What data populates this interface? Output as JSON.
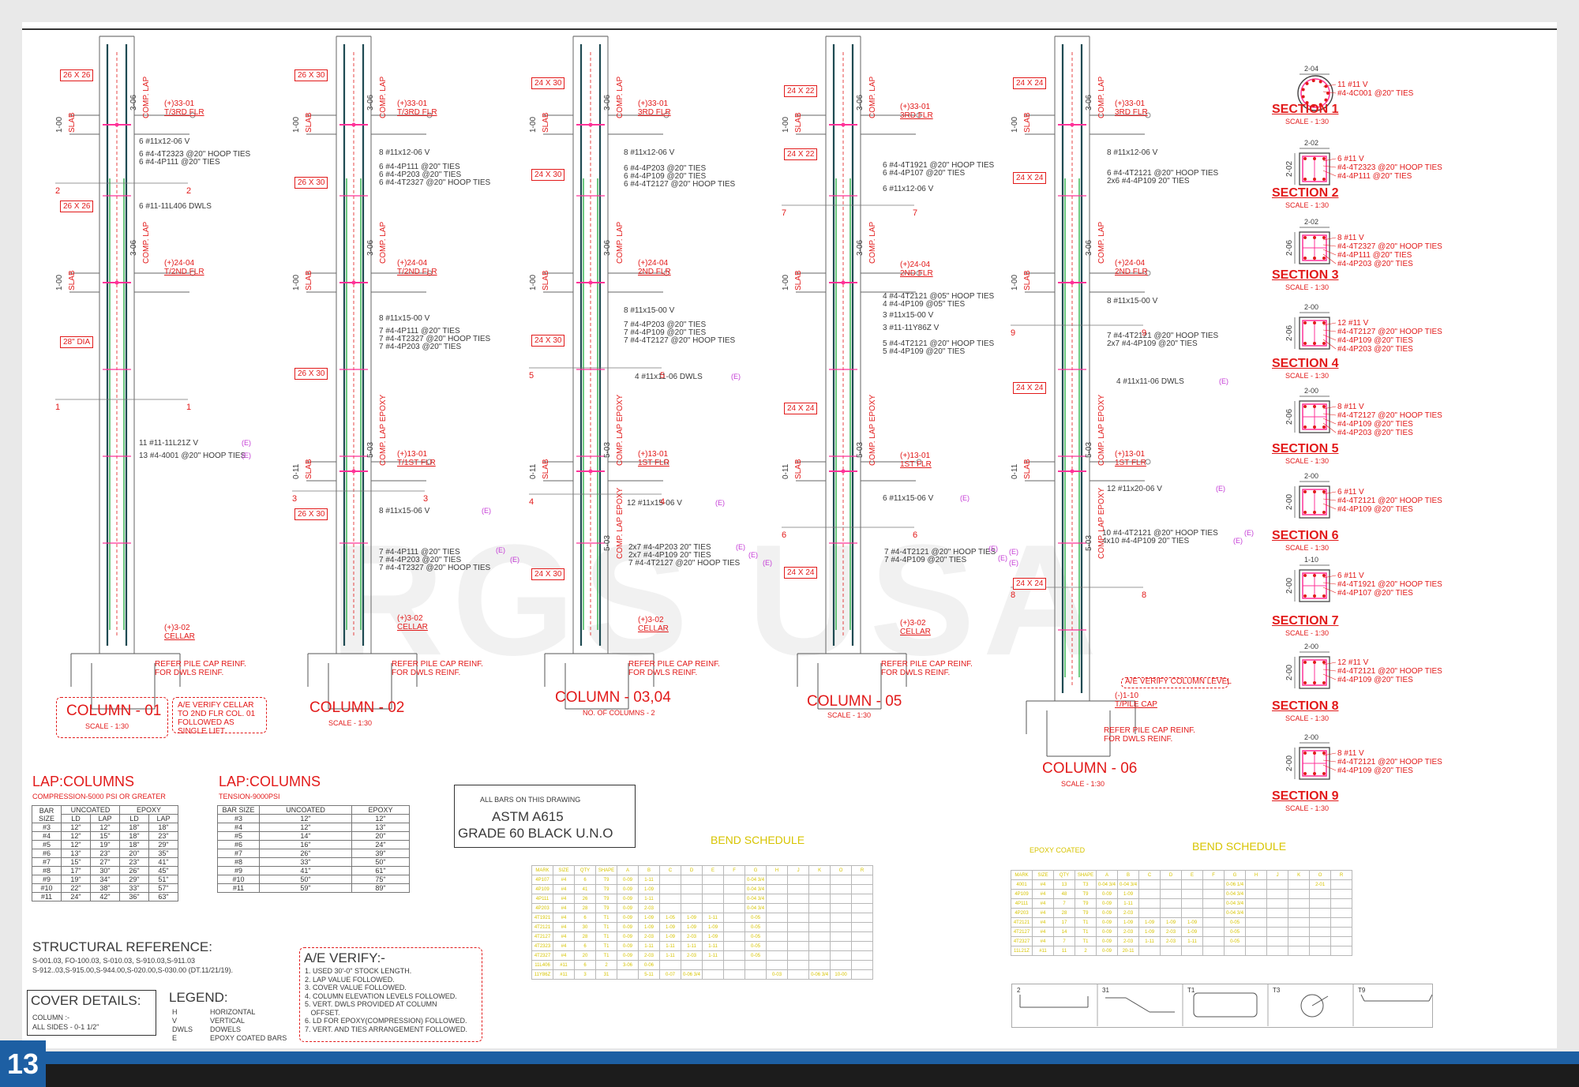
{
  "page_number": "13",
  "watermark": "RGS USA",
  "colors": {
    "red": "#e21a1a",
    "green": "#2fb24a",
    "magenta": "#ff3399",
    "yellow": "#d7c400",
    "blue": "#1d5fa3"
  },
  "columns": [
    {
      "id": "col1",
      "title": "COLUMN - 01",
      "scale": "SCALE - 1:30",
      "sizes": [
        "26 X 26",
        "26 X 26",
        "28\" DIA"
      ],
      "laps": [
        "COMP. LAP",
        "3-06",
        "COMP. LAP",
        "3-06"
      ],
      "slabs": [
        {
          "dim": "1-00",
          "label": "SLAB"
        },
        {
          "dim": "1-00",
          "label": "SLAB"
        }
      ],
      "levels": [
        {
          "elev": "(+)33-01",
          "name": "T/3RD FLR"
        },
        {
          "elev": "(+)24-04",
          "name": "T/2ND FLR"
        },
        {
          "elev": "(+)3-02",
          "name": "CELLAR"
        }
      ],
      "sec_marks": [
        "2",
        "2",
        "1",
        "1"
      ],
      "rebar": [
        "6 #11x12-06 V",
        "6 #4-4T2323 @20\" HOOP TIES",
        "6 #4-4P111 @20\" TIES",
        "6 #11-11L406 DWLS",
        "11 #11-11L21Z V",
        "13 #4-4001 @20\" HOOP TIES"
      ],
      "note": "REFER PILE CAP REINF. FOR DWLS REINF.",
      "ae_note": "A/E VERIFY CELLAR TO 2ND FLR COL. 01 FOLLOWED AS SINGLE LIFT"
    },
    {
      "id": "col2",
      "title": "COLUMN - 02",
      "scale": "SCALE - 1:30",
      "sizes": [
        "26 X 30",
        "26 X 30",
        "26 X 30",
        "26 X 30"
      ],
      "laps": [
        "COMP. LAP",
        "3-06",
        "COMP. LAP",
        "3-06",
        "COMP. LAP EPOXY",
        "5-03"
      ],
      "slabs": [
        {
          "dim": "1-00",
          "label": "SLAB"
        },
        {
          "dim": "1-00",
          "label": "SLAB"
        },
        {
          "dim": "0-11",
          "label": "SLAB"
        }
      ],
      "levels": [
        {
          "elev": "(+)33-01",
          "name": "T/3RD FLR"
        },
        {
          "elev": "(+)24-04",
          "name": "T/2ND FLR"
        },
        {
          "elev": "(+)13-01",
          "name": "T/1ST FLR"
        },
        {
          "elev": "(+)3-02",
          "name": "CELLAR"
        }
      ],
      "sec_marks": [
        "3",
        "3"
      ],
      "rebar": [
        "8 #11x12-06 V",
        "6 #4-4P111 @20\" TIES",
        "6 #4-4P203 @20\" TIES",
        "6 #4-4T2327 @20\" HOOP TIES",
        "8 #11x15-00 V",
        "7 #4-4P111 @20\" TIES",
        "7 #4-4T2327 @20\" HOOP TIES",
        "7 #4-4P203 @20\" TIES",
        "8 #11x15-06 V",
        "7 #4-4P111 @20\" TIES",
        "7 #4-4P203 @20\" TIES",
        "7 #4-4T2327 @20\" HOOP TIES"
      ],
      "note": "REFER PILE CAP REINF. FOR DWLS REINF."
    },
    {
      "id": "col3",
      "title": "COLUMN - 03,04",
      "scale": "NO. OF COLUMNS - 2",
      "sizes": [
        "24 X 30",
        "24 X 30",
        "24 X 30",
        "24 X 30"
      ],
      "laps": [
        "COMP. LAP",
        "3-06",
        "COMP. LAP",
        "3-06",
        "COMP. LAP EPOXY",
        "5-03",
        "COMP. LAP EPOXY",
        "5-03"
      ],
      "slabs": [
        {
          "dim": "1-00",
          "label": "SLAB"
        },
        {
          "dim": "1-00",
          "label": "SLAB"
        },
        {
          "dim": "0-11",
          "label": "SLAB"
        }
      ],
      "levels": [
        {
          "elev": "(+)33-01",
          "name": "3RD FLR"
        },
        {
          "elev": "(+)24-04",
          "name": "2ND FLR"
        },
        {
          "elev": "(+)13-01",
          "name": "1ST FLR"
        },
        {
          "elev": "(+)3-02",
          "name": "CELLAR"
        }
      ],
      "sec_marks": [
        "5",
        "5",
        "4",
        "4"
      ],
      "rebar": [
        "8 #11x12-06 V",
        "6 #4-4P203 @20\" TIES",
        "6 #4-4P109 @20\" TIES",
        "6 #4-4T2127 @20\" HOOP TIES",
        "8 #11x15-00 V",
        "7 #4-4P203 @20\" TIES",
        "7 #4-4P109 @20\" TIES",
        "7 #4-4T2127 @20\" HOOP TIES",
        "4 #11x11-06 DWLS",
        "12 #11x15-06 V",
        "2x7 #4-4P203 20\" TIES",
        "2x7 #4-4P109 20\" TIES",
        "7 #4-4T2127 @20\" HOOP TIES"
      ],
      "note": "REFER PILE CAP REINF. FOR DWLS REINF."
    },
    {
      "id": "col5",
      "title": "COLUMN - 05",
      "scale": "SCALE - 1:30",
      "sizes": [
        "24 X 22",
        "24 X 22",
        "24 X 24",
        "24 X 24"
      ],
      "laps": [
        "COMP. LAP",
        "3-06",
        "COMP. LAP",
        "3-06",
        "COMP. LAP EPOXY",
        "5-03"
      ],
      "slabs": [
        {
          "dim": "1-00",
          "label": "SLAB"
        },
        {
          "dim": "1-00",
          "label": "SLAB"
        },
        {
          "dim": "0-11",
          "label": "SLAB"
        }
      ],
      "levels": [
        {
          "elev": "(+)33-01",
          "name": "3RD FLR"
        },
        {
          "elev": "(+)24-04",
          "name": "2ND FLR"
        },
        {
          "elev": "(+)13-01",
          "name": "1ST FLR"
        },
        {
          "elev": "(+)3-02",
          "name": "CELLAR"
        }
      ],
      "sec_marks": [
        "7",
        "7",
        "6",
        "6"
      ],
      "rebar": [
        "6 #4-4T1921 @20\" HOOP TIES",
        "6 #4-4P107 @20\" TIES",
        "6 #11x12-06 V",
        "4 #4-4T2121 @05\" HOOP TIES",
        "4 #4-4P109 @05\" TIES",
        "3 #11x15-00 V",
        "3 #11-11Y86Z V",
        "5 #4-4T2121 @20\" HOOP TIES",
        "5 #4-4P109 @20\" TIES",
        "6 #11x15-06 V",
        "7 #4-4T2121 @20\" HOOP TIES",
        "7 #4-4P109 @20\" TIES"
      ],
      "note": "REFER PILE CAP REINF. FOR DWLS REINF."
    },
    {
      "id": "col6",
      "title": "COLUMN - 06",
      "scale": "SCALE - 1:30",
      "sizes": [
        "24 X 24",
        "24 X 24",
        "24 X 24",
        "24 X 24"
      ],
      "laps": [
        "COMP. LAP",
        "3-06",
        "COMP. LAP",
        "3-06",
        "COMP. LAP EPOXY",
        "5-03",
        "COMP. LAP EPOXY",
        "5-03"
      ],
      "slabs": [
        {
          "dim": "1-00",
          "label": "SLAB"
        },
        {
          "dim": "1-00",
          "label": "SLAB"
        },
        {
          "dim": "0-11",
          "label": "SLAB"
        }
      ],
      "levels": [
        {
          "elev": "(+)33-01",
          "name": "3RD FLR"
        },
        {
          "elev": "(+)24-04",
          "name": "2ND FLR"
        },
        {
          "elev": "(+)13-01",
          "name": "1ST FLR"
        },
        {
          "elev": "(-)1-10",
          "name": "T/PILE CAP"
        }
      ],
      "sec_marks": [
        "9",
        "9",
        "8",
        "8"
      ],
      "rebar": [
        "8 #11x12-06 V",
        "6 #4-4T2121 @20\" HOOP TIES",
        "2x6 #4-4P109 20\" TIES",
        "8 #11x15-00 V",
        "7 #4-4T2121 @20\" HOOP TIES",
        "2x7 #4-4P109 @20\" TIES",
        "4 #11x11-06 DWLS",
        "12 #11x20-06 V",
        "10 #4-4T2121 @20\" HOOP TIES",
        "4x10 #4-4P109 20\" TIES"
      ],
      "note": "REFER PILE CAP REINF. FOR DWLS REINF.",
      "ae_note": "A/E VERIFY COLUMN LEVEL"
    }
  ],
  "epoxy_mark": "(E)",
  "sections": [
    {
      "title": "SECTION 1",
      "scale": "SCALE - 1:30",
      "dim_w": "2-04",
      "dim_h": "",
      "notes": [
        "11 #11 V",
        "#4-4C001 @20\" TIES"
      ]
    },
    {
      "title": "SECTION 2",
      "scale": "SCALE - 1:30",
      "dim_w": "2-02",
      "dim_h": "2-02",
      "notes": [
        "6 #11 V",
        "#4-4T2323 @20\" HOOP TIES",
        "#4-4P111 @20\" TIES"
      ]
    },
    {
      "title": "SECTION 3",
      "scale": "SCALE - 1:30",
      "dim_w": "2-02",
      "dim_h": "2-06",
      "notes": [
        "8 #11 V",
        "#4-4T2327 @20\" HOOP TIES",
        "#4-4P111 @20\" TIES",
        "#4-4P203 @20\" TIES"
      ]
    },
    {
      "title": "SECTION 4",
      "scale": "SCALE - 1:30",
      "dim_w": "2-00",
      "dim_h": "2-06",
      "notes": [
        "12 #11 V",
        "#4-4T2127 @20\" HOOP TIES",
        "#4-4P109 @20\" TIES",
        "#4-4P203 @20\" TIES"
      ]
    },
    {
      "title": "SECTION 5",
      "scale": "SCALE - 1:30",
      "dim_w": "2-00",
      "dim_h": "2-06",
      "notes": [
        "8 #11 V",
        "#4-4T2127 @20\" HOOP TIES",
        "#4-4P109 @20\" TIES",
        "#4-4P203 @20\" TIES"
      ]
    },
    {
      "title": "SECTION 6",
      "scale": "SCALE - 1:30",
      "dim_w": "2-00",
      "dim_h": "2-00",
      "notes": [
        "6 #11 V",
        "#4-4T2121 @20\" HOOP TIES",
        "#4-4P109 @20\" TIES"
      ]
    },
    {
      "title": "SECTION 7",
      "scale": "SCALE - 1:30",
      "dim_w": "1-10",
      "dim_h": "2-00",
      "notes": [
        "6 #11 V",
        "#4-4T1921 @20\" HOOP TIES",
        "#4-4P107 @20\" TIES"
      ]
    },
    {
      "title": "SECTION 8",
      "scale": "SCALE - 1:30",
      "dim_w": "2-00",
      "dim_h": "2-00",
      "notes": [
        "12 #11 V",
        "#4-4T2121 @20\" HOOP TIES",
        "#4-4P109 @20\" TIES"
      ]
    },
    {
      "title": "SECTION 9",
      "scale": "SCALE - 1:30",
      "dim_w": "2-00",
      "dim_h": "2-00",
      "notes": [
        "8 #11 V",
        "#4-4T2121 @20\" HOOP TIES",
        "#4-4P109 @20\" TIES"
      ]
    }
  ],
  "lap_compression": {
    "title": "LAP:COLUMNS",
    "subtitle": "COMPRESSION-5000 PSI OR GREATER",
    "headers": [
      "BAR SIZE",
      "UNCOATED",
      "EPOXY"
    ],
    "subheaders": [
      "LD",
      "LAP",
      "LD",
      "LAP"
    ],
    "rows": [
      [
        "#3",
        "12\"",
        "12\"",
        "18\"",
        "18\""
      ],
      [
        "#4",
        "12\"",
        "15\"",
        "18\"",
        "23\""
      ],
      [
        "#5",
        "12\"",
        "19\"",
        "18\"",
        "29\""
      ],
      [
        "#6",
        "13\"",
        "23\"",
        "20\"",
        "35\""
      ],
      [
        "#7",
        "15\"",
        "27\"",
        "23\"",
        "41\""
      ],
      [
        "#8",
        "17\"",
        "30\"",
        "26\"",
        "45\""
      ],
      [
        "#9",
        "19\"",
        "34\"",
        "29\"",
        "51\""
      ],
      [
        "#10",
        "22\"",
        "38\"",
        "33\"",
        "57\""
      ],
      [
        "#11",
        "24\"",
        "42\"",
        "36\"",
        "63\""
      ]
    ]
  },
  "lap_tension": {
    "title": "LAP:COLUMNS",
    "subtitle": "TENSION-9000PSI",
    "headers": [
      "BAR SIZE",
      "UNCOATED",
      "EPOXY"
    ],
    "rows": [
      [
        "#3",
        "12\"",
        "12\""
      ],
      [
        "#4",
        "12\"",
        "13\""
      ],
      [
        "#5",
        "14\"",
        "20\""
      ],
      [
        "#6",
        "16\"",
        "24\""
      ],
      [
        "#7",
        "26\"",
        "39\""
      ],
      [
        "#8",
        "33\"",
        "50\""
      ],
      [
        "#9",
        "41\"",
        "61\""
      ],
      [
        "#10",
        "50\"",
        "75\""
      ],
      [
        "#11",
        "59\"",
        "89\""
      ]
    ]
  },
  "astm": {
    "line0": "ALL BARS ON THIS DRAWING",
    "line1": "ASTM A615",
    "line2": "GRADE 60 BLACK U.N.O"
  },
  "structural_reference": {
    "title": "STRUCTURAL REFERENCE:",
    "line1": "S-001.03, FO-100.03, S-010.03, S-910.03,S-911.03",
    "line2": "S-912..03,S-915.00,S-944.00,S-020.00,S-030.00 (DT.11/21/19)."
  },
  "cover_details": {
    "title": "COVER DETAILS:",
    "line1": "COLUMN :-",
    "line2": "ALL SIDES - 0-1 1/2\""
  },
  "legend": {
    "title": "LEGEND:",
    "items": [
      {
        "key": "H",
        "value": "HORIZONTAL"
      },
      {
        "key": "V",
        "value": "VERTICAL"
      },
      {
        "key": "DWLS",
        "value": "DOWELS"
      },
      {
        "key": "E",
        "value": "EPOXY COATED BARS"
      }
    ]
  },
  "ae_verify": {
    "title": "A/E VERIFY:-",
    "items": [
      "1. USED 30'-0\" STOCK LENGTH.",
      "2. LAP VALUE FOLLOWED.",
      "3. COVER VALUE FOLLOWED.",
      "4. COLUMN ELEVATION LEVELS FOLLOWED.",
      "5. VERT. DWLS PROVIDED AT COLUMN",
      "   OFFSET.",
      "6. LD FOR EPOXY(COMPRESSION) FOLLOWED.",
      "7. VERT. AND TIES ARRANGEMENT FOLLOWED."
    ]
  },
  "bend_schedule_1": {
    "title": "BEND SCHEDULE",
    "headers": [
      "MARK",
      "SIZE",
      "QTY",
      "SHAPE",
      "A",
      "B",
      "C",
      "D",
      "E",
      "F",
      "G",
      "H",
      "J",
      "K",
      "O",
      "R"
    ],
    "rows": [
      [
        "4P107",
        "#4",
        "6",
        "T9",
        "0-09",
        "1-11",
        "",
        "",
        "",
        "",
        "0-04 3/4",
        "",
        "",
        "",
        "",
        ""
      ],
      [
        "4P109",
        "#4",
        "41",
        "T9",
        "0-09",
        "1-09",
        "",
        "",
        "",
        "",
        "0-04 3/4",
        "",
        "",
        "",
        "",
        ""
      ],
      [
        "4P111",
        "#4",
        "26",
        "T9",
        "0-09",
        "1-11",
        "",
        "",
        "",
        "",
        "0-04 3/4",
        "",
        "",
        "",
        "",
        ""
      ],
      [
        "4P203",
        "#4",
        "28",
        "T9",
        "0-09",
        "2-03",
        "",
        "",
        "",
        "",
        "0-04 3/4",
        "",
        "",
        "",
        "",
        ""
      ],
      [
        "4T1921",
        "#4",
        "6",
        "T1",
        "0-09",
        "1-09",
        "1-05",
        "1-09",
        "1-11",
        "",
        "0-05",
        "",
        "",
        "",
        "",
        ""
      ],
      [
        "4T2121",
        "#4",
        "30",
        "T1",
        "0-09",
        "1-09",
        "1-09",
        "1-09",
        "1-09",
        "",
        "0-05",
        "",
        "",
        "",
        "",
        ""
      ],
      [
        "4T2127",
        "#4",
        "28",
        "T1",
        "0-09",
        "2-03",
        "1-09",
        "2-03",
        "1-09",
        "",
        "0-05",
        "",
        "",
        "",
        "",
        ""
      ],
      [
        "4T2323",
        "#4",
        "6",
        "T1",
        "0-09",
        "1-11",
        "1-11",
        "1-11",
        "1-11",
        "",
        "0-05",
        "",
        "",
        "",
        "",
        ""
      ],
      [
        "4T2327",
        "#4",
        "20",
        "T1",
        "0-09",
        "2-03",
        "1-11",
        "2-03",
        "1-11",
        "",
        "0-05",
        "",
        "",
        "",
        "",
        ""
      ],
      [
        "11L406",
        "#11",
        "6",
        "2",
        "3-06",
        "0-06",
        "",
        "",
        "",
        "",
        "",
        "",
        "",
        "",
        "",
        ""
      ],
      [
        "11Y86Z",
        "#11",
        "3",
        "31",
        "",
        "5-11",
        "0-07",
        "0-06 3/4",
        "",
        "",
        "",
        "0-03",
        "",
        "0-06 3/4",
        "10-00",
        ""
      ]
    ]
  },
  "bend_schedule_2": {
    "title": "BEND SCHEDULE",
    "subtitle": "EPOXY COATED",
    "headers": [
      "MARK",
      "SIZE",
      "QTY",
      "SHAPE",
      "A",
      "B",
      "C",
      "D",
      "E",
      "F",
      "G",
      "H",
      "J",
      "K",
      "O",
      "R"
    ],
    "rows": [
      [
        "4001",
        "#4",
        "13",
        "T3",
        "0-04 3/4",
        "0-04 3/4",
        "",
        "",
        "",
        "",
        "0-06 1/4",
        "",
        "",
        "",
        "2-01",
        ""
      ],
      [
        "4P109",
        "#4",
        "48",
        "T9",
        "0-09",
        "1-09",
        "",
        "",
        "",
        "",
        "0-04 3/4",
        "",
        "",
        "",
        "",
        ""
      ],
      [
        "4P111",
        "#4",
        "7",
        "T9",
        "0-09",
        "1-11",
        "",
        "",
        "",
        "",
        "0-04 3/4",
        "",
        "",
        "",
        "",
        ""
      ],
      [
        "4P203",
        "#4",
        "28",
        "T9",
        "0-09",
        "2-03",
        "",
        "",
        "",
        "",
        "0-04 3/4",
        "",
        "",
        "",
        "",
        ""
      ],
      [
        "4T2121",
        "#4",
        "17",
        "T1",
        "0-09",
        "1-09",
        "1-09",
        "1-09",
        "1-09",
        "",
        "0-05",
        "",
        "",
        "",
        "",
        ""
      ],
      [
        "4T2127",
        "#4",
        "14",
        "T1",
        "0-09",
        "2-03",
        "1-09",
        "2-03",
        "1-09",
        "",
        "0-05",
        "",
        "",
        "",
        "",
        ""
      ],
      [
        "4T2327",
        "#4",
        "7",
        "T1",
        "0-09",
        "2-03",
        "1-11",
        "2-03",
        "1-11",
        "",
        "0-05",
        "",
        "",
        "",
        "",
        ""
      ],
      [
        "11L21Z",
        "#11",
        "11",
        "2",
        "0-09",
        "20-11",
        "",
        "",
        "",
        "",
        "",
        "",
        "",
        "",
        "",
        ""
      ]
    ]
  },
  "shape_legend": [
    {
      "code": "2"
    },
    {
      "code": "31"
    },
    {
      "code": "T1"
    },
    {
      "code": "T3"
    },
    {
      "code": "T9"
    }
  ]
}
